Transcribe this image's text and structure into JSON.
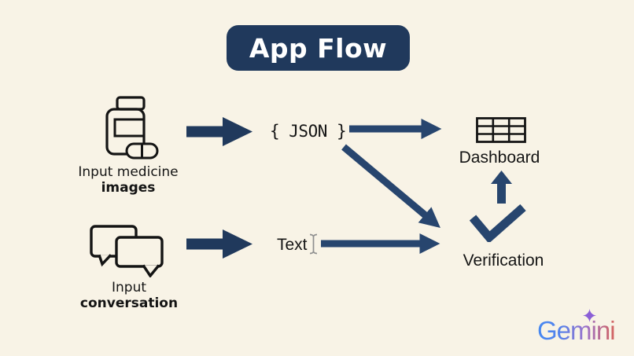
{
  "title": "App Flow",
  "colors": {
    "background": "#f8f3e6",
    "navy_dark": "#20395c",
    "navy_arrow": "#27456e",
    "ink": "#141414",
    "cursor_gray": "#8f8f8f",
    "gemini_blue": "#4688f1",
    "gemini_purple": "#9b72cb",
    "gemini_red": "#d6645d",
    "sparkle_purple": "#8b5fd6"
  },
  "nodes": {
    "input_images": {
      "line1": "Input medicine",
      "line2": "images",
      "icon": "medicine-bottle-icon"
    },
    "input_conversation": {
      "line1": "Input",
      "line2": "conversation",
      "icon": "chat-bubbles-icon"
    },
    "json_step": {
      "label": "{ JSON }"
    },
    "text_step": {
      "label": "Text",
      "icon": "text-cursor-icon"
    },
    "dashboard": {
      "label": "Dashboard",
      "icon": "table-grid-icon"
    },
    "verification": {
      "label": "Verification",
      "icon": "checkmark-icon"
    }
  },
  "edges": [
    {
      "from": "input_images",
      "to": "json_step"
    },
    {
      "from": "input_conversation",
      "to": "text_step"
    },
    {
      "from": "json_step",
      "to": "dashboard"
    },
    {
      "from": "json_step",
      "to": "verification"
    },
    {
      "from": "text_step",
      "to": "verification"
    },
    {
      "from": "verification",
      "to": "dashboard"
    }
  ],
  "branding": {
    "wordmark": "Gemini"
  }
}
